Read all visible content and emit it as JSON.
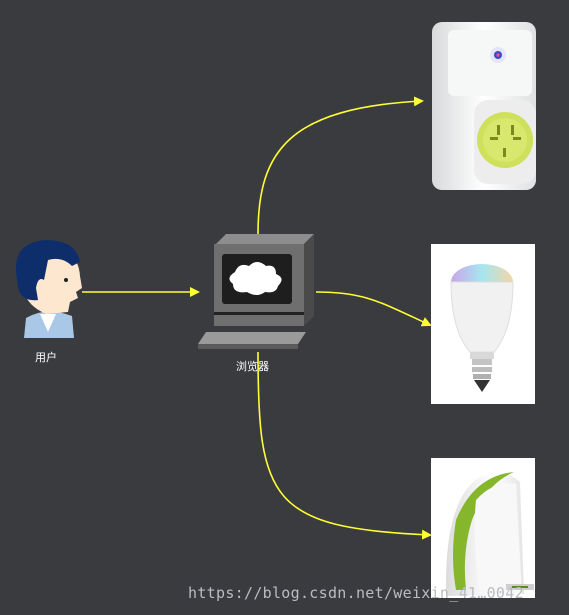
{
  "nodes": {
    "user": {
      "label": "用户"
    },
    "browser": {
      "label": "浏览器"
    }
  },
  "watermark": "https://blog.csdn.net/weixin_41…0042",
  "colors": {
    "background": "#3a3b3f",
    "arrow": "#ffff33",
    "label": "#ffffff"
  }
}
